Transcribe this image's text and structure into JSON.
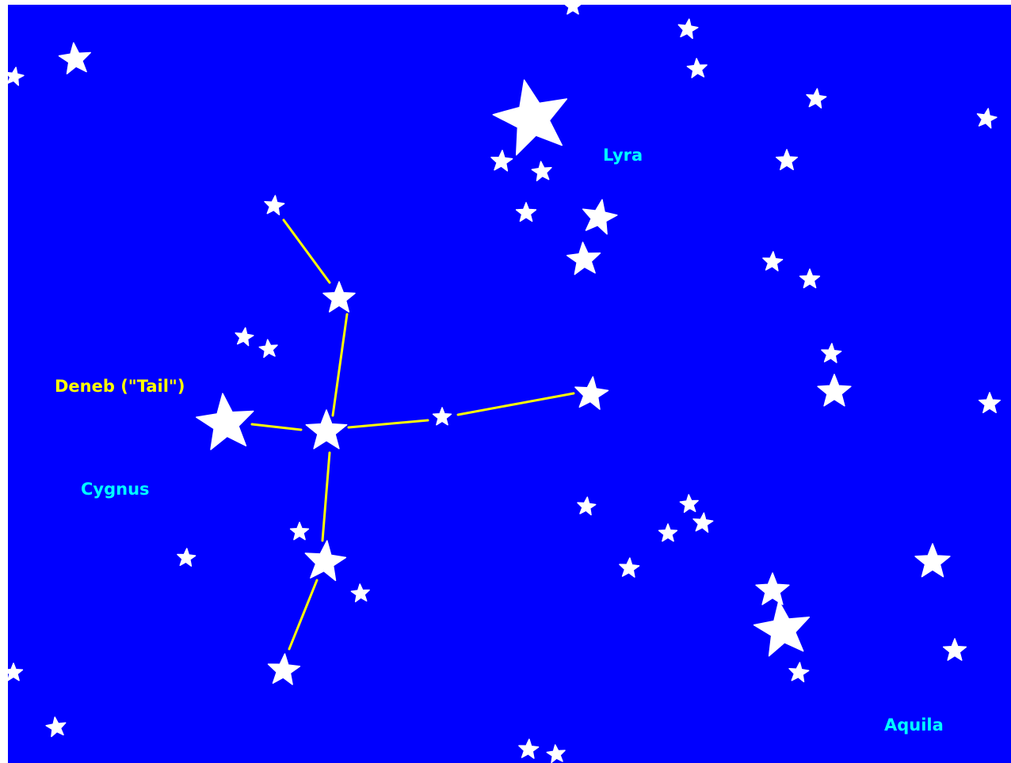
{
  "labels": {
    "lyra": "Lyra",
    "deneb": "Deneb (\"Tail\")",
    "cygnus": "Cygnus",
    "aquila": "Aquila"
  },
  "colors": {
    "sky": "#0000ff",
    "star": "#ffffff",
    "constellation_line": "#ffff00",
    "constellation_label": "#00ffff",
    "star_name_label": "#ffff00"
  }
}
